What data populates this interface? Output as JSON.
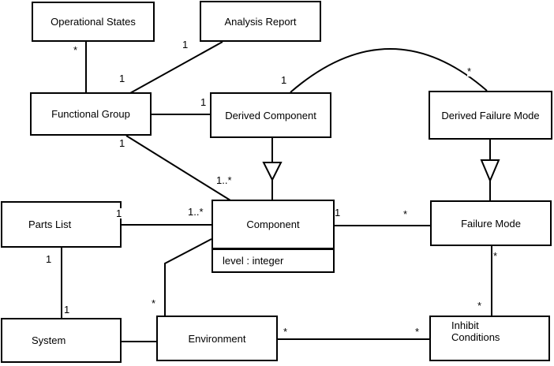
{
  "diagram": {
    "type": "uml-class-diagram",
    "colors": {
      "line": "#000000",
      "background": "#ffffff",
      "box_fill": "#ffffff"
    },
    "classes": [
      {
        "id": "operational-states",
        "name": "Operational States"
      },
      {
        "id": "analysis-report",
        "name": "Analysis Report"
      },
      {
        "id": "functional-group",
        "name": "Functional Group"
      },
      {
        "id": "derived-component",
        "name": "Derived Component"
      },
      {
        "id": "derived-failure-mode",
        "name": "Derived Failure Mode"
      },
      {
        "id": "parts-list",
        "name": "Parts List"
      },
      {
        "id": "component",
        "name": "Component",
        "attributes": [
          "level : integer"
        ]
      },
      {
        "id": "failure-mode",
        "name": "Failure Mode"
      },
      {
        "id": "system",
        "name": "System"
      },
      {
        "id": "environment",
        "name": "Environment"
      },
      {
        "id": "inhibit-conditions",
        "name": "Inhibit Conditions"
      }
    ],
    "multiplicities": {
      "os_end": "*",
      "ar_fg_end": "1",
      "ar_ar_end": "1",
      "fg_dc_dc_end": "1",
      "arc_dc_end": "1",
      "arc_dfm_end": "*",
      "fgcomp_fg_end": "1",
      "fgcomp_comp_end": "1..*",
      "plcomp_pl_end": "1",
      "plcomp_comp_end": "1..*",
      "compfm_comp_end": "1",
      "compfm_fm_end": "*",
      "plsys_pl_end": "1",
      "plsys_sys_end": "1",
      "compenv_env_end": "*",
      "envinh_env_end": "*",
      "envinh_inh_end": "*",
      "fminh_fm_end": "*",
      "fminh_inh_end": "*"
    }
  }
}
